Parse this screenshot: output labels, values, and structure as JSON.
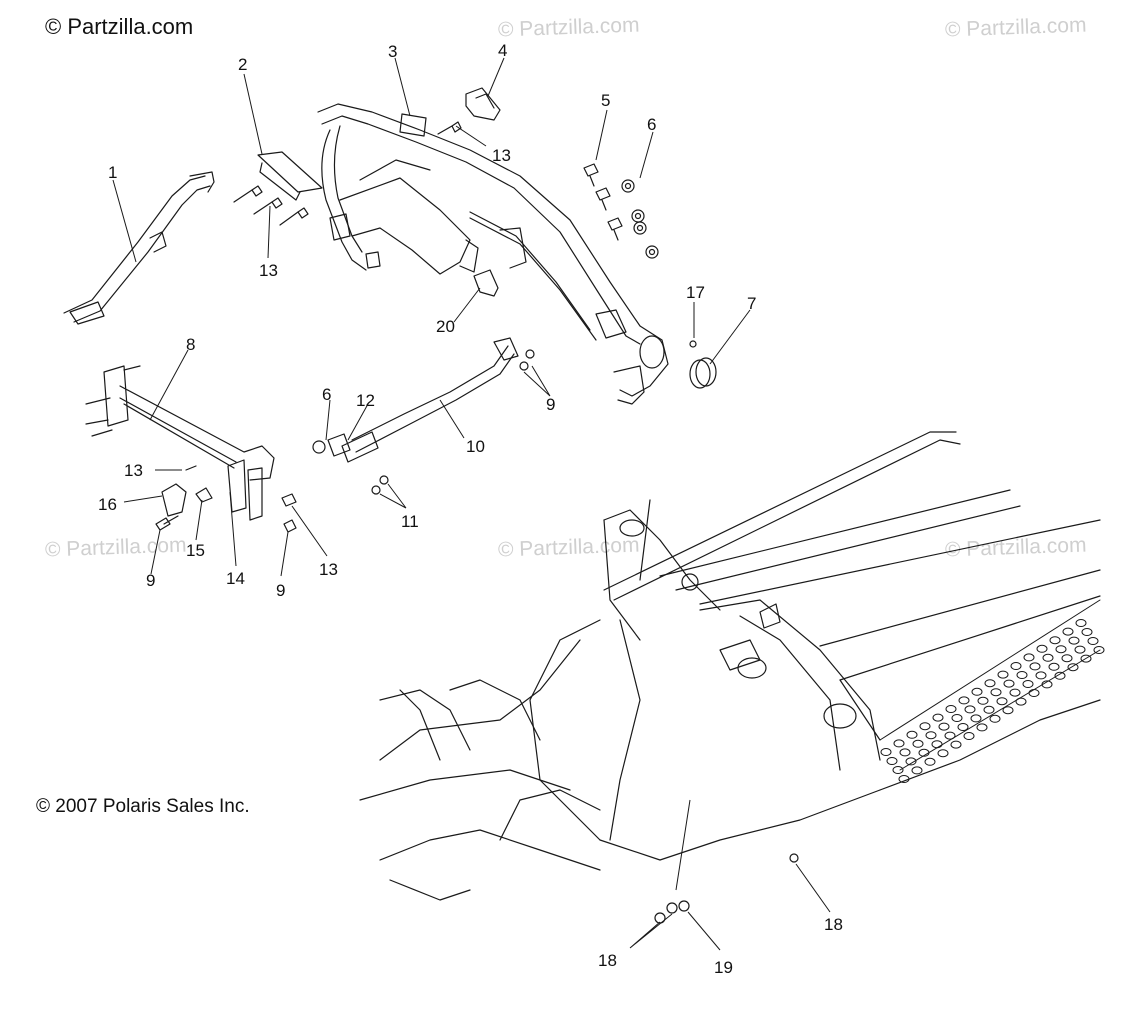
{
  "header": {
    "copyright": "© Partzilla.com"
  },
  "watermark": {
    "text": "© Partzilla.com"
  },
  "footer": {
    "copyright": "© 2007 Polaris Sales Inc."
  },
  "callouts": [
    {
      "id": "c1",
      "label": "1"
    },
    {
      "id": "c2",
      "label": "2"
    },
    {
      "id": "c3",
      "label": "3"
    },
    {
      "id": "c4",
      "label": "4"
    },
    {
      "id": "c5",
      "label": "5"
    },
    {
      "id": "c6",
      "label": "6"
    },
    {
      "id": "c7",
      "label": "7"
    },
    {
      "id": "c8",
      "label": "8"
    },
    {
      "id": "c9a",
      "label": "9"
    },
    {
      "id": "c9b",
      "label": "9"
    },
    {
      "id": "c9c",
      "label": "9"
    },
    {
      "id": "c10",
      "label": "10"
    },
    {
      "id": "c11",
      "label": "11"
    },
    {
      "id": "c6b",
      "label": "6"
    },
    {
      "id": "c12",
      "label": "12"
    },
    {
      "id": "c13a",
      "label": "13"
    },
    {
      "id": "c13b",
      "label": "13"
    },
    {
      "id": "c13c",
      "label": "13"
    },
    {
      "id": "c13d",
      "label": "13"
    },
    {
      "id": "c14",
      "label": "14"
    },
    {
      "id": "c15",
      "label": "15"
    },
    {
      "id": "c16",
      "label": "16"
    },
    {
      "id": "c17",
      "label": "17"
    },
    {
      "id": "c18a",
      "label": "18"
    },
    {
      "id": "c18b",
      "label": "18"
    },
    {
      "id": "c19",
      "label": "19"
    },
    {
      "id": "c20",
      "label": "20"
    }
  ],
  "colors": {
    "line": "#1a1a1a",
    "watermark": "#cfcfcf",
    "background": "#ffffff"
  }
}
